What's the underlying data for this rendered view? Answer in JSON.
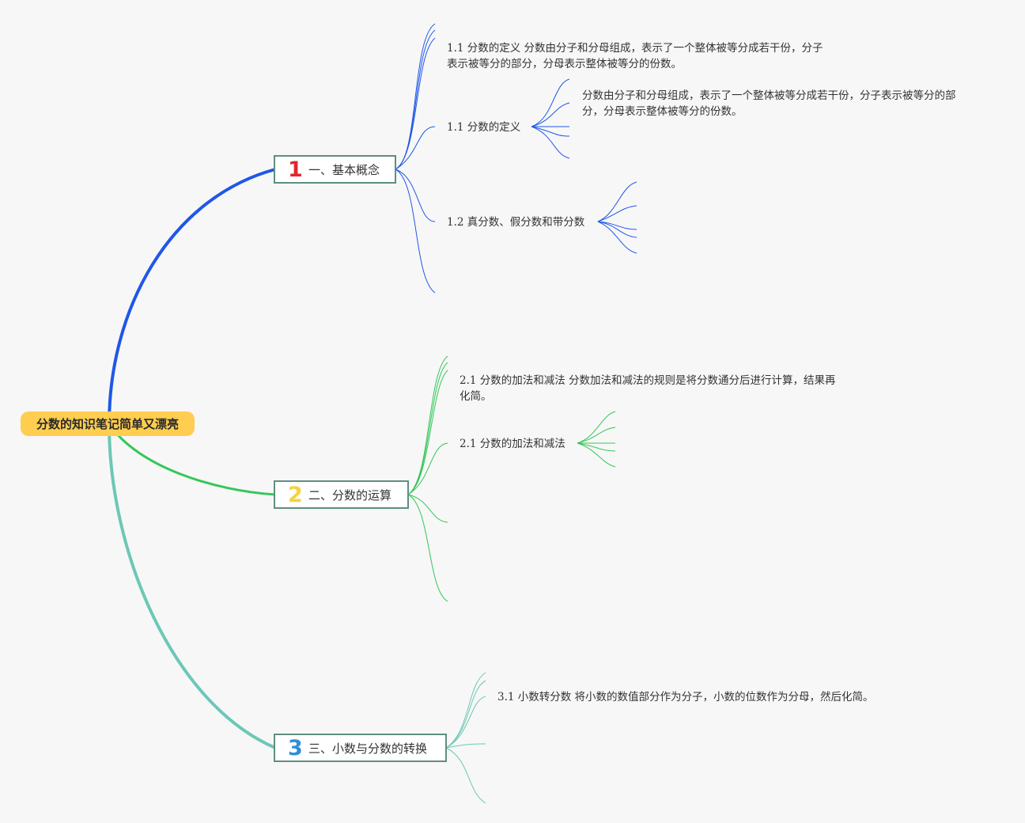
{
  "mindmap": {
    "root": {
      "label": "分数的知识笔记简单又漂亮",
      "color": "#ffcd4f"
    },
    "branches": [
      {
        "number": "1",
        "number_color": "#e3262e",
        "line_color": "#1f57e7",
        "title": "一、基本概念",
        "items": [
          {
            "line1": "1.1 分数的定义 分数由分子和分母组成，表示了一个整体被等分成若干份，分子",
            "line2": "表示被等分的部分，分母表示整体被等分的份数。"
          },
          {
            "label": "1.1 分数的定义",
            "detail_line1": "分数由分子和分母组成，表示了一个整体被等分成若干份，分子表示被等分的部",
            "detail_line2": "分，分母表示整体被等分的份数。"
          },
          {
            "label": "1.2 真分数、假分数和带分数"
          }
        ]
      },
      {
        "number": "2",
        "number_color": "#f5d33b",
        "line_color": "#34c75a",
        "title": "二、分数的运算",
        "items": [
          {
            "line1": "2.1 分数的加法和减法 分数加法和减法的规则是将分数通分后进行计算，结果再",
            "line2": "化简。"
          },
          {
            "label": "2.1 分数的加法和减法"
          }
        ]
      },
      {
        "number": "3",
        "number_color": "#2e8fd8",
        "line_color": "#6cc8b6",
        "title": "三、小数与分数的转换",
        "items": [
          {
            "line1": "3.1 小数转分数 将小数的数值部分作为分子，小数的位数作为分母，然后化简。"
          }
        ]
      }
    ]
  }
}
